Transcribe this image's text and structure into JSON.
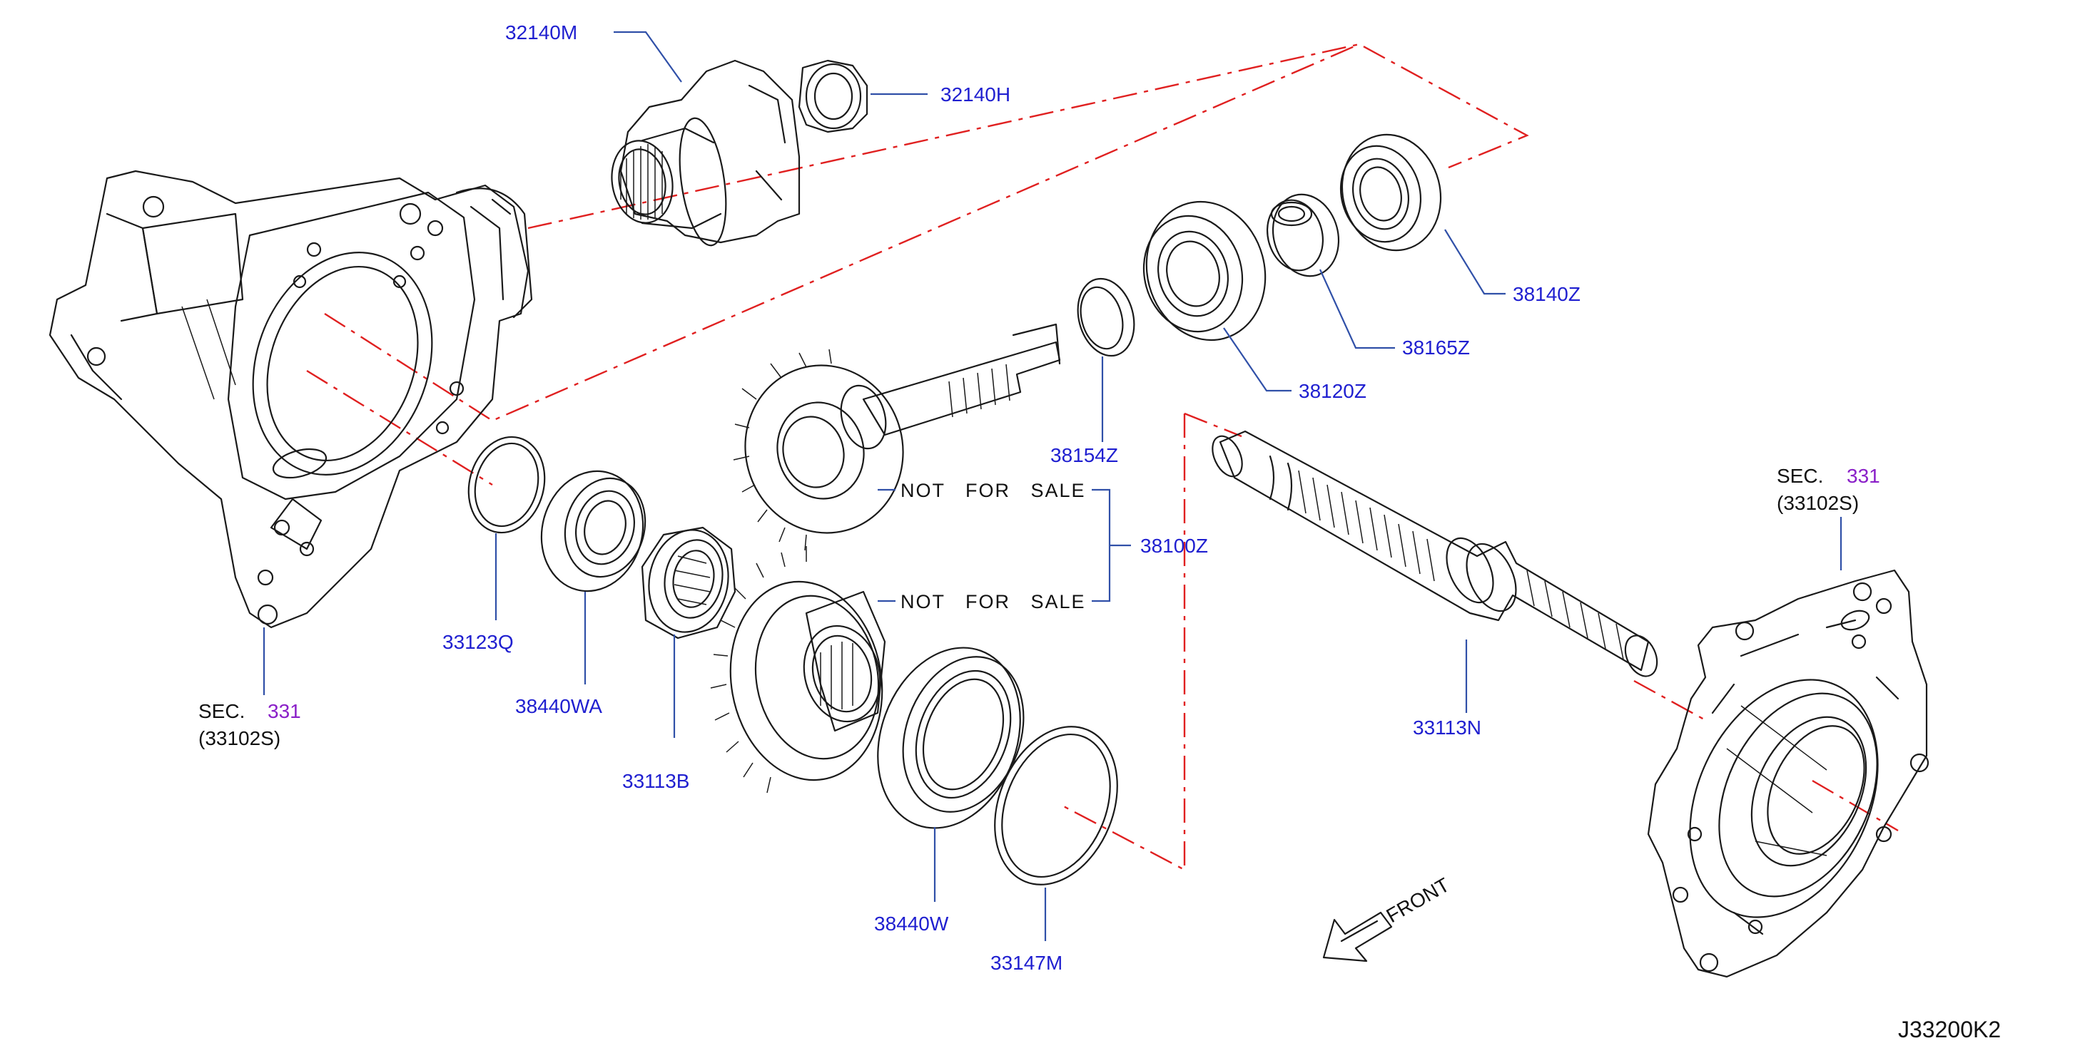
{
  "diagram_code": "J33200K2",
  "front_label": "FRONT",
  "part_numbers": {
    "p32140M": "32140M",
    "p32140H": "32140H",
    "p38140Z": "38140Z",
    "p38165Z": "38165Z",
    "p38120Z": "38120Z",
    "p38154Z": "38154Z",
    "p38100Z": "38100Z",
    "p33123Q": "33123Q",
    "p38440WA": "38440WA",
    "p33113B": "33113B",
    "p38440W": "38440W",
    "p33147M": "33147M",
    "p33113N": "33113N"
  },
  "not_for_sale": {
    "upper": "NOT   FOR   SALE",
    "lower": "NOT   FOR   SALE"
  },
  "section_refs": {
    "left": {
      "sec": "SEC.",
      "num": "331",
      "code": "(33102S)"
    },
    "right": {
      "sec": "SEC.",
      "num": "331",
      "code": "(33102S)"
    }
  },
  "colors": {
    "part_number": "#1f1fd0",
    "section_number": "#8a20c8",
    "leader_line": "#3050a8",
    "phantom_line": "#e02020",
    "outline": "#1a1a1a"
  }
}
